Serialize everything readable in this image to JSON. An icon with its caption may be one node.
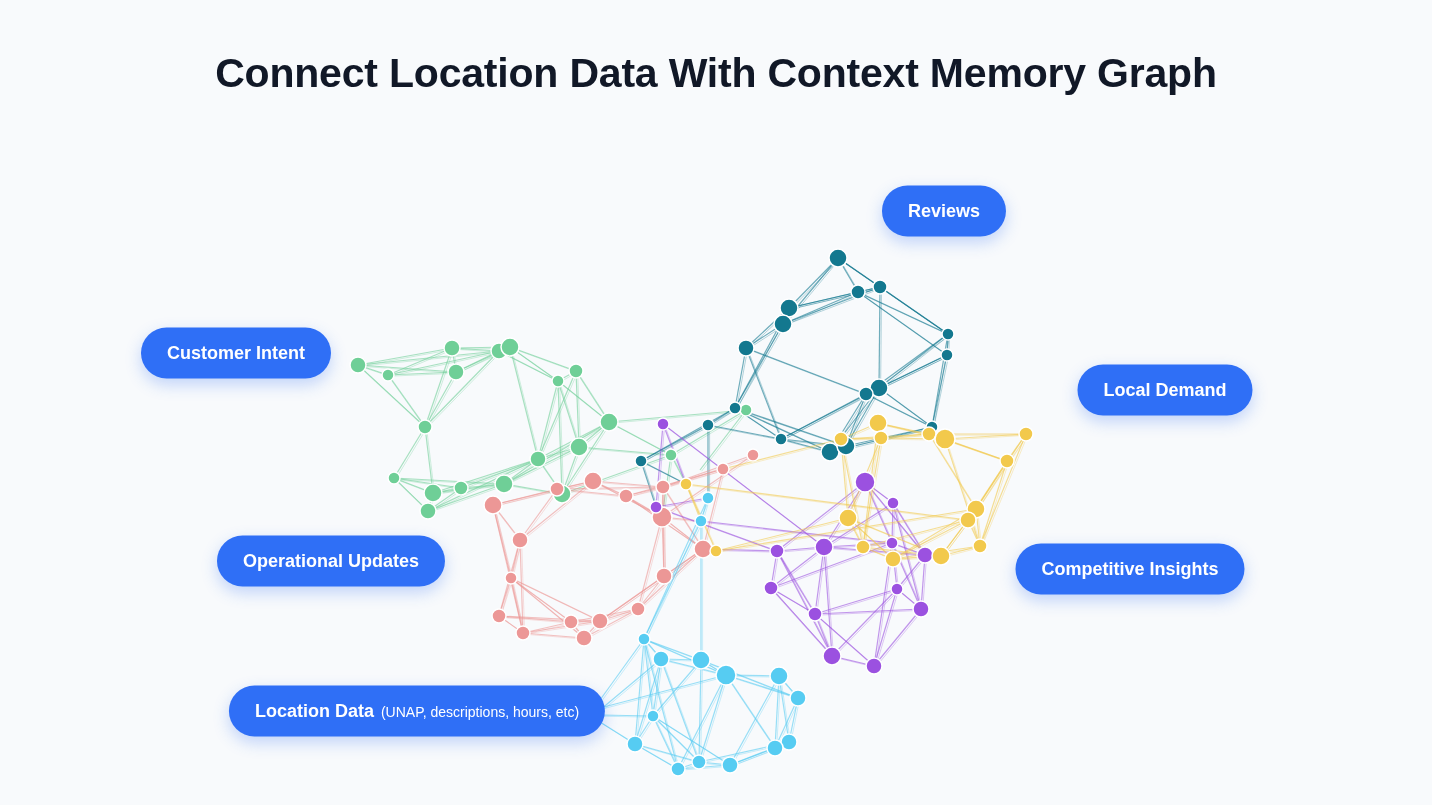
{
  "diagram": {
    "title": "Connect Location Data With Context Memory Graph",
    "nodes": [
      {
        "text": [
          "Reviews"
        ]
      },
      {
        "text": [
          "Customer Intent"
        ]
      },
      {
        "text": [
          "Local Demand"
        ]
      },
      {
        "text": [
          "Operational Updates"
        ]
      },
      {
        "text": [
          "Competitive Insights"
        ]
      },
      {
        "text": [
          "Location Data",
          "(UNAP, descriptions, hours, etc)"
        ]
      }
    ]
  }
}
